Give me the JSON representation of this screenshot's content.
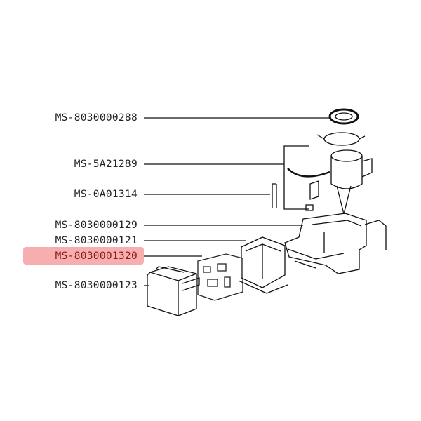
{
  "parts": [
    {
      "id": "MS-8030000288",
      "selected": false
    },
    {
      "id": "MS-5A21289",
      "selected": false
    },
    {
      "id": "MS-0A01314",
      "selected": false
    },
    {
      "id": "MS-8030000129",
      "selected": false
    },
    {
      "id": "MS-8030000121",
      "selected": false
    },
    {
      "id": "MS-8030001320",
      "selected": true
    },
    {
      "id": "MS-8030000123",
      "selected": false
    }
  ],
  "colors": {
    "highlight": "#f07878",
    "line": "#111111"
  }
}
